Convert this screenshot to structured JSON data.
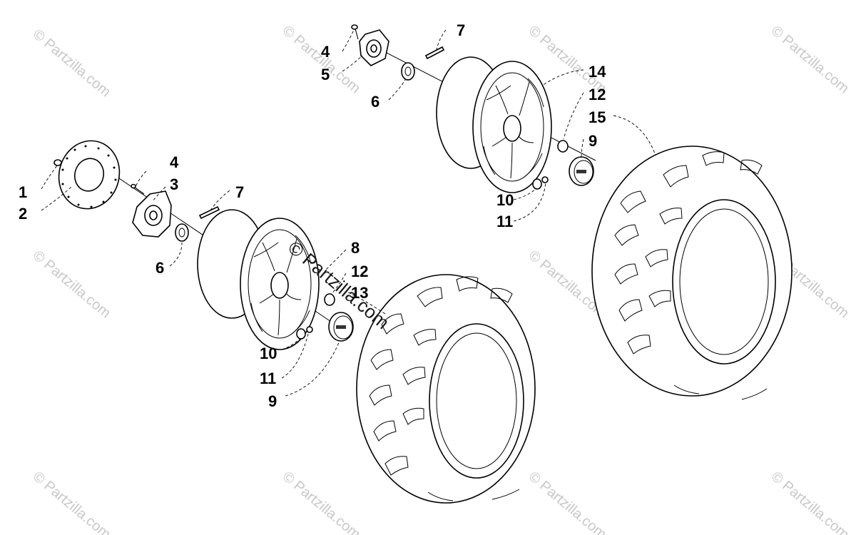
{
  "diagram": {
    "callouts": [
      {
        "id": "c1",
        "label": "1"
      },
      {
        "id": "c2",
        "label": "2"
      },
      {
        "id": "c3",
        "label": "3"
      },
      {
        "id": "c4a",
        "label": "4"
      },
      {
        "id": "c4b",
        "label": "4"
      },
      {
        "id": "c5",
        "label": "5"
      },
      {
        "id": "c6a",
        "label": "6"
      },
      {
        "id": "c6b",
        "label": "6"
      },
      {
        "id": "c7a",
        "label": "7"
      },
      {
        "id": "c7b",
        "label": "7"
      },
      {
        "id": "c8",
        "label": "8"
      },
      {
        "id": "c9a",
        "label": "9"
      },
      {
        "id": "c9b",
        "label": "9"
      },
      {
        "id": "c10a",
        "label": "10"
      },
      {
        "id": "c10b",
        "label": "10"
      },
      {
        "id": "c11a",
        "label": "11"
      },
      {
        "id": "c11b",
        "label": "11"
      },
      {
        "id": "c12a",
        "label": "12"
      },
      {
        "id": "c12b",
        "label": "12"
      },
      {
        "id": "c13",
        "label": "13"
      },
      {
        "id": "c14",
        "label": "14"
      },
      {
        "id": "c15",
        "label": "15"
      }
    ]
  },
  "watermark": {
    "text": "© Partzilla.com"
  }
}
